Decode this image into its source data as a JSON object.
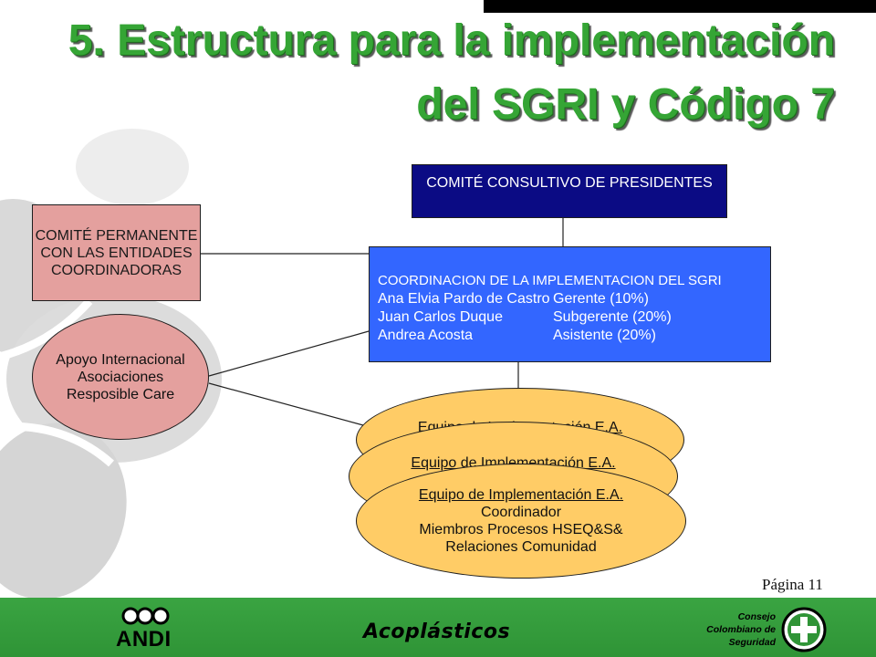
{
  "slide": {
    "title_line1": "5. Estructura para la implementación",
    "title_line2": "del SGRI y Código 7",
    "page_label": "Página 11"
  },
  "colors": {
    "title_green": "#35a535",
    "navy_box": "#0b0b84",
    "blue_box": "#3366ff",
    "pink_fill": "#e4a09e",
    "team_fill": "#ffcc66",
    "footer_green": "#2f9436"
  },
  "org_chart": {
    "consultive_committee": {
      "label": "COMITÉ CONSULTIVO DE PRESIDENTES"
    },
    "permanent_committee": {
      "lines": [
        "COMITÉ PERMANENTE",
        "CON LAS ENTIDADES",
        "COORDINADORAS"
      ]
    },
    "international_support": {
      "lines": [
        "Apoyo Internacional",
        "Asociaciones",
        "Resposible Care"
      ]
    },
    "coordination": {
      "title": "COORDINACION DE LA IMPLEMENTACION DEL SGRI",
      "members": [
        {
          "name": "Ana Elvia Pardo de Castro",
          "role": "Gerente (10%)"
        },
        {
          "name": "Juan Carlos Duque",
          "role": "Subgerente (20%)"
        },
        {
          "name": "Andrea Acosta",
          "role": "Asistente (20%)"
        }
      ]
    },
    "implementation_teams": [
      {
        "title": "Equipo de Implementación E.A."
      },
      {
        "title": "Equipo de Implementación E.A."
      },
      {
        "title": "Equipo de Implementación E.A.",
        "lines": [
          "Coordinador",
          "Miembros Procesos HSEQ&S&",
          "Relaciones Comunidad"
        ]
      }
    ]
  },
  "footer": {
    "andi": "ANDI",
    "acoplasticos": "Acoplásticos",
    "ccs_lines": [
      "Consejo",
      "Colombiano de",
      "Seguridad"
    ]
  }
}
